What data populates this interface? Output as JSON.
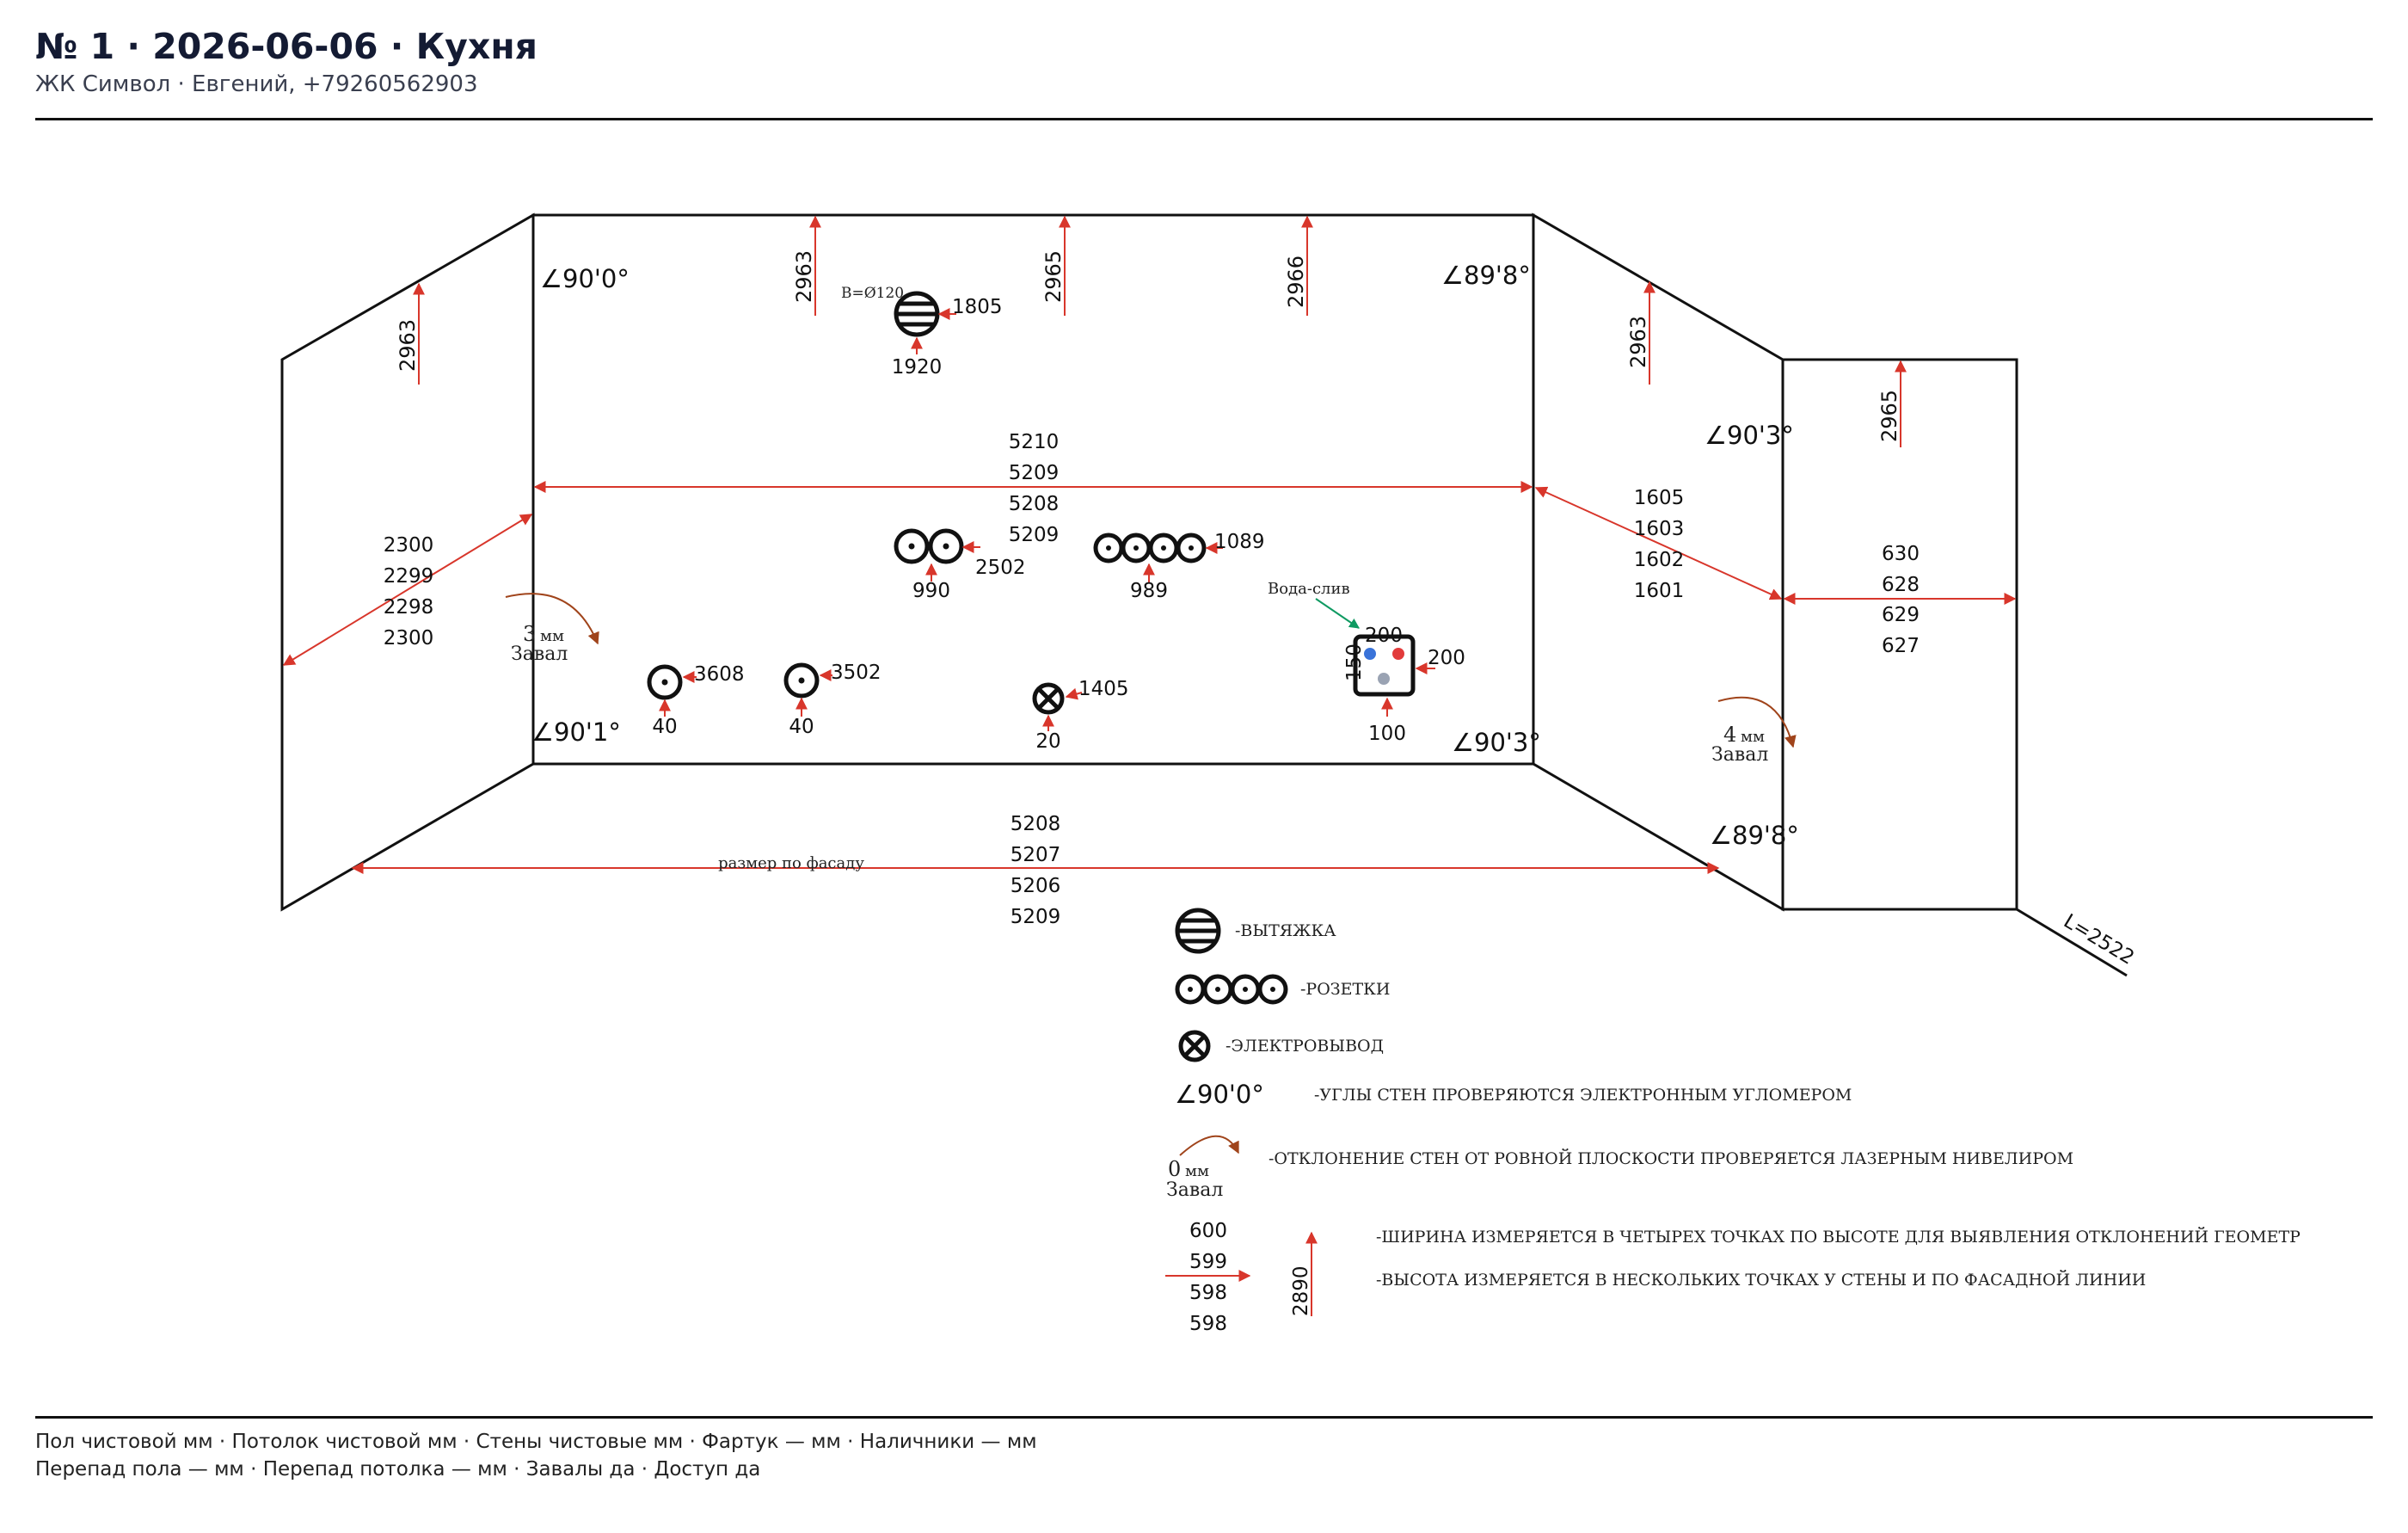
{
  "header": {
    "title": "№ 1 · 2026-06-06 · Кухня",
    "subtitle": "ЖК Символ · Евгений, +79260562903"
  },
  "footer": {
    "line1": "Пол чистовой мм · Потолок чистовой мм · Стены чистовые мм · Фартук — мм · Наличники — мм",
    "line2": "Перепад пола — мм · Перепад потолка — мм · Завалы да · Доступ да"
  },
  "colors": {
    "dimension": "#d8362b",
    "deviation": "#a0441b",
    "water_label": "#0f9a62",
    "wall": "#111111"
  },
  "plan": {
    "heights": {
      "left_wall": "2963",
      "main_1": "2963",
      "main_2": "2965",
      "main_3": "2966",
      "right_wall": "2963",
      "far_right_wall": "2965"
    },
    "angles": {
      "main_top_left": "∠90'0°",
      "main_top_right": "∠89'8°",
      "main_bottom_left": "∠90'1°",
      "main_bottom_right": "∠90'3°",
      "right_top": "∠90'3°",
      "right_bottom": "∠89'8°"
    },
    "main_width": [
      "5210",
      "5209",
      "5208",
      "5209"
    ],
    "left_width": [
      "2300",
      "2299",
      "2298",
      "2300"
    ],
    "right_width": [
      "1605",
      "1603",
      "1602",
      "1601"
    ],
    "far_right_width": [
      "630",
      "628",
      "629",
      "627"
    ],
    "facade_width": [
      "5208",
      "5207",
      "5206",
      "5209"
    ],
    "facade_label": "размер по фасаду",
    "hood": {
      "diameter": "В=Ø120",
      "height": "1805",
      "offset": "1920"
    },
    "sockets_double": {
      "height": "2502",
      "offset": "990"
    },
    "sockets_quad": {
      "height": "1089",
      "offset": "989"
    },
    "socket_a": {
      "height": "3608",
      "offset": "40"
    },
    "socket_b": {
      "height": "3502",
      "offset": "40"
    },
    "electric_outlet": {
      "height": "1405",
      "offset": "20"
    },
    "water": {
      "label": "Вода-слив",
      "top": "200",
      "right": "200",
      "side": "150",
      "bottom": "100"
    },
    "left_deviation": {
      "value": "3",
      "unit": "мм",
      "label": "Завал"
    },
    "right_deviation": {
      "value": "4",
      "unit": "мм",
      "label": "Завал"
    },
    "length_label": "L=2522"
  },
  "legend": {
    "hood": "-ВЫТЯЖКА",
    "sockets": "-РОЗЕТКИ",
    "electric": "-ЭЛЕКТРОВЫВОД",
    "angle_sample": "∠90'0°",
    "angle_desc": "-УГЛЫ СТЕН ПРОВЕРЯЮТСЯ ЭЛЕКТРОННЫМ УГЛОМЕРОМ",
    "deviation_sample": {
      "value": "0",
      "unit": "мм",
      "label": "Завал"
    },
    "deviation_desc": "-ОТКЛОНЕНИЕ СТЕН ОТ РОВНОЙ ПЛОСКОСТИ ПРОВЕРЯЕТСЯ ЛАЗЕРНЫМ НИВЕЛИРОМ",
    "width_sample": [
      "600",
      "599",
      "598",
      "598"
    ],
    "height_sample": "2890",
    "width_desc": "-ШИРИНА ИЗМЕРЯЕТСЯ В ЧЕТЫРЕХ ТОЧКАХ ПО ВЫСОТЕ ДЛЯ ВЫЯВЛЕНИЯ ОТКЛОНЕНИЙ ГЕОМЕТР",
    "height_desc": "-ВЫСОТА ИЗМЕРЯЕТСЯ В НЕСКОЛЬКИХ ТОЧКАХ У СТЕНЫ И ПО ФАСАДНОЙ ЛИНИИ"
  }
}
